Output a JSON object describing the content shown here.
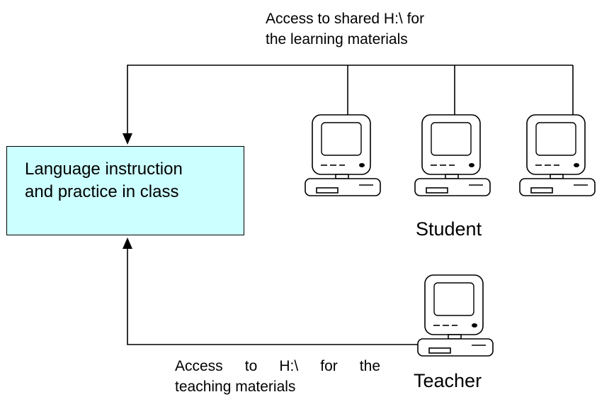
{
  "diagram": {
    "top_note": {
      "line1": "Access to shared H:\\ for",
      "line2": "the learning materials"
    },
    "bottom_note": {
      "line1": "Access to H:\\ for the",
      "line2": "teaching materials"
    },
    "class_box": {
      "line1": "Language instruction",
      "line2": "and practice in class",
      "fill_color": "#ccffff"
    },
    "student_group": {
      "label": "Student",
      "computer_icon": "desktop-computer-icon"
    },
    "teacher": {
      "label": "Teacher",
      "computer_icon": "desktop-computer-icon"
    }
  }
}
